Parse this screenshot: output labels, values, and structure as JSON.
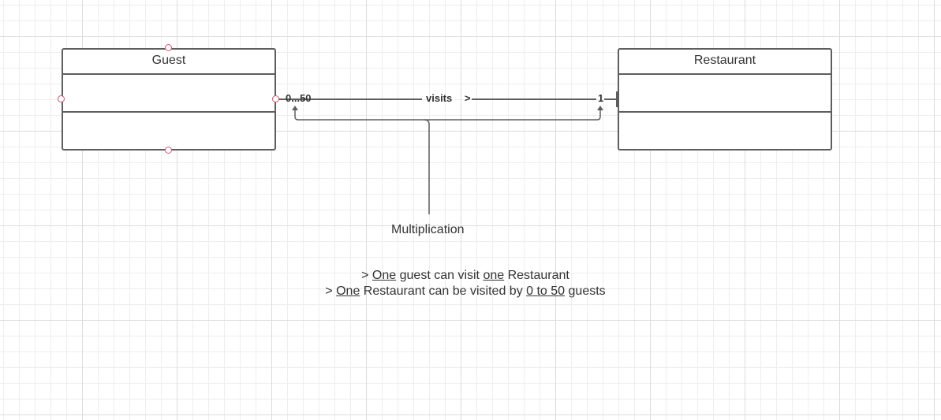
{
  "classes": {
    "guest": {
      "name": "Guest"
    },
    "restaurant": {
      "name": "Restaurant"
    }
  },
  "association": {
    "label": "visits",
    "direction_marker": ">",
    "guest_multiplicity": "0...50",
    "restaurant_multiplicity": "1"
  },
  "callout": {
    "text": "Multiplication"
  },
  "notes": [
    {
      "prefix": "> ",
      "u1": "One",
      "mid1": " guest can visit ",
      "u2": "one",
      "end": " Restaurant"
    },
    {
      "prefix": "> ",
      "u1": "One",
      "mid1": " Restaurant can be visited by ",
      "u2": "0 to 50",
      "end": " guests"
    }
  ],
  "colors": {
    "border": "#5e5e5e",
    "handle": "#d05a6e",
    "text": "#333333"
  }
}
